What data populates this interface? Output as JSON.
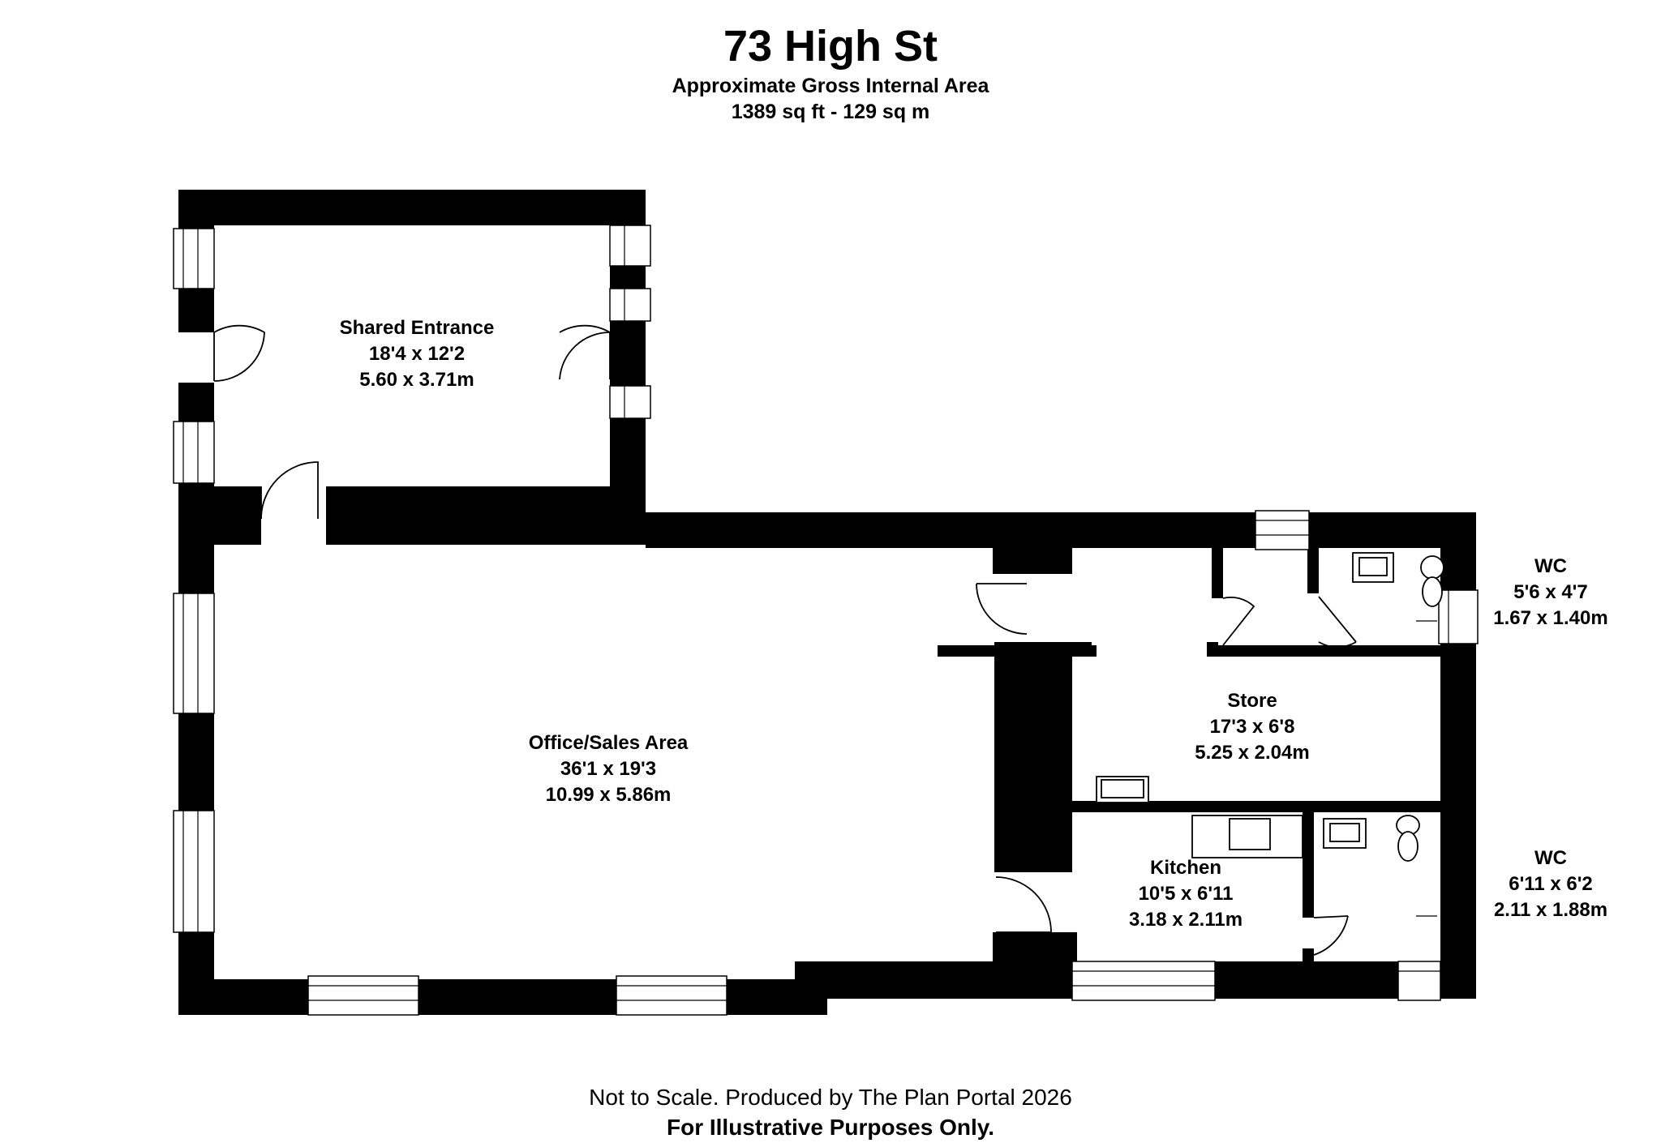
{
  "header": {
    "title": "73 High St",
    "subtitle": "Approximate Gross Internal Area",
    "area": "1389 sq ft - 129 sq m"
  },
  "rooms": {
    "shared_entrance": {
      "name": "Shared Entrance",
      "imperial": "18'4 x 12'2",
      "metric": "5.60 x 3.71m"
    },
    "office": {
      "name": "Office/Sales Area",
      "imperial": "36'1 x 19'3",
      "metric": "10.99 x 5.86m"
    },
    "store": {
      "name": "Store",
      "imperial": "17'3 x 6'8",
      "metric": "5.25 x 2.04m"
    },
    "kitchen": {
      "name": "Kitchen",
      "imperial": "10'5 x 6'11",
      "metric": "3.18 x 2.11m"
    },
    "wc_upper": {
      "name": "WC",
      "imperial": "5'6 x 4'7",
      "metric": "1.67 x 1.40m"
    },
    "wc_lower": {
      "name": "WC",
      "imperial": "6'11 x 6'2",
      "metric": "2.11 x 1.88m"
    }
  },
  "footer": {
    "disclaimer": "Not to Scale. Produced by The Plan Portal 2026",
    "notice": "For Illustrative Purposes Only."
  }
}
